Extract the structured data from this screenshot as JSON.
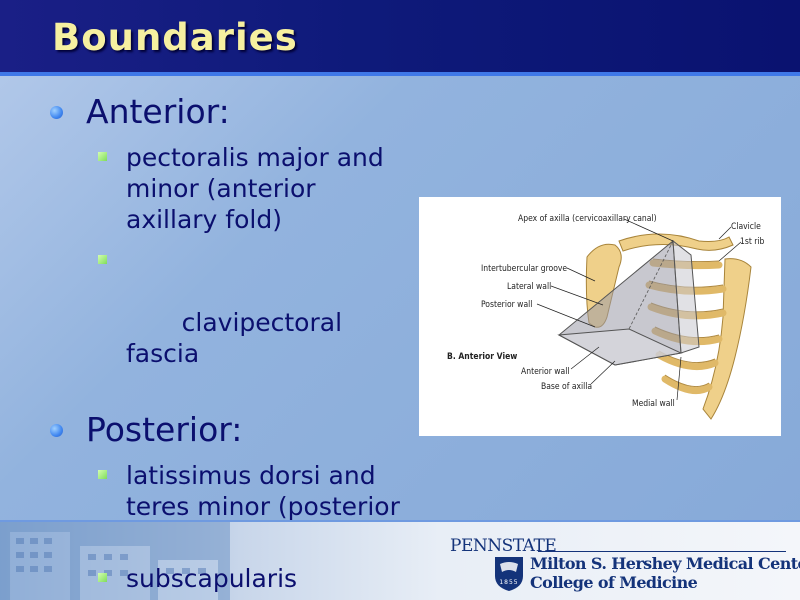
{
  "slide": {
    "title": "Boundaries",
    "bullets": [
      {
        "text": "Anterior:",
        "subitems": [
          "pectoralis major and minor (anterior axillary fold)",
          " clavipectoral fascia"
        ]
      },
      {
        "text": "Posterior:",
        "subitems": [
          "latissimus dorsi and teres minor (posterior axillary fold)",
          "subscapularis"
        ]
      }
    ]
  },
  "figure": {
    "labels": {
      "apex": "Apex of axilla (cervicoaxillary canal)",
      "clavicle": "Clavicle",
      "first_rib": "1st rib",
      "intertubercular_groove": "Intertubercular groove",
      "lateral_wall": "Lateral wall",
      "posterior_wall": "Posterior wall",
      "view": "B. Anterior View",
      "anterior_wall": "Anterior wall",
      "base": "Base of axilla",
      "medial_wall": "Medial wall"
    }
  },
  "footer": {
    "university": "PENNSTATE",
    "shield_year": "1855",
    "center_line": "Milton S. Hershey Medical Center",
    "college_line": "College of Medicine"
  },
  "colors": {
    "title_text": "#f6f0a0",
    "title_bar": "#0e1a7a",
    "body_text": "#0b0f6e",
    "bullet_blue": "#3f86f0",
    "sub_bullet_green": "#7fdc5a",
    "bone": "#efd08a",
    "logo_navy": "#14337a"
  }
}
